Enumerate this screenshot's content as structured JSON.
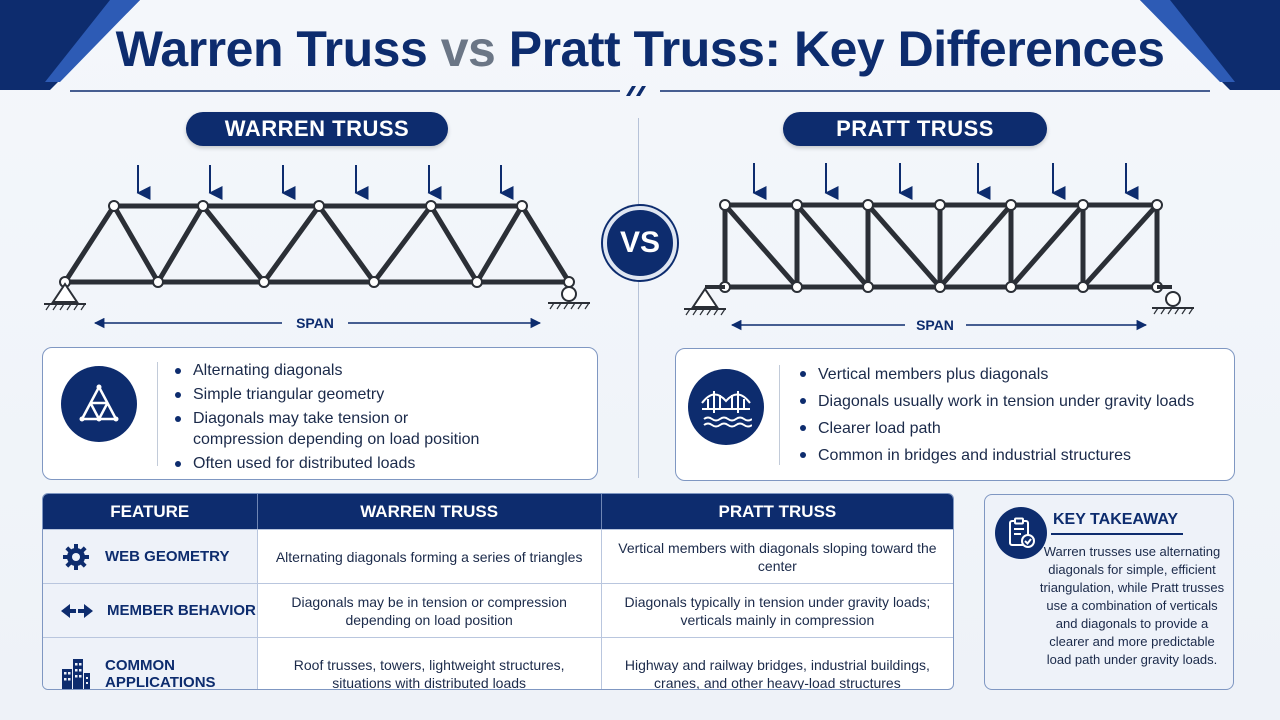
{
  "title": {
    "part1": "Warren Truss",
    "vs": "vs",
    "part2": "Pratt Truss: Key Differences"
  },
  "vs_badge": "VS",
  "warren": {
    "label": "WARREN TRUSS",
    "span_label": "SPAN",
    "bullets": [
      "Alternating diagonals",
      "Simple triangular geometry",
      "Diagonals may take tension or compression depending on load position",
      "Often used for distributed loads"
    ],
    "icon": "triangle-truss-icon"
  },
  "pratt": {
    "label": "PRATT TRUSS",
    "span_label": "SPAN",
    "bullets": [
      "Vertical members plus diagonals",
      "Diagonals usually work in tension under gravity loads",
      "Clearer load path",
      "Common in bridges and industrial structures"
    ],
    "icon": "bridge-icon"
  },
  "table": {
    "headers": [
      "FEATURE",
      "WARREN TRUSS",
      "PRATT TRUSS"
    ],
    "rows": [
      {
        "feature": "WEB GEOMETRY",
        "icon": "gear-icon",
        "warren": "Alternating diagonals forming a series of triangles",
        "pratt": "Vertical members with diagonals sloping toward the center"
      },
      {
        "feature": "MEMBER BEHAVIOR",
        "icon": "double-arrow-icon",
        "warren": "Diagonals may be in tension or compression depending on load position",
        "pratt": "Diagonals typically in tension under gravity loads; verticals mainly in compression"
      },
      {
        "feature": "COMMON APPLICATIONS",
        "icon": "buildings-icon",
        "warren": "Roof trusses, towers, lightweight structures, situations with distributed loads",
        "pratt": "Highway and railway bridges, industrial buildings, cranes, and other heavy-load structures"
      }
    ]
  },
  "takeaway": {
    "title": "KEY TAKEAWAY",
    "text": "Warren trusses use alternating diagonals for simple, efficient triangulation, while Pratt trusses use a combination of verticals and diagonals to provide a clearer and more predictable load path under gravity loads.",
    "icon": "clipboard-check-icon"
  },
  "colors": {
    "navy": "#0d2c6e",
    "accent": "#1f4ea8",
    "grey": "#6b7686"
  }
}
